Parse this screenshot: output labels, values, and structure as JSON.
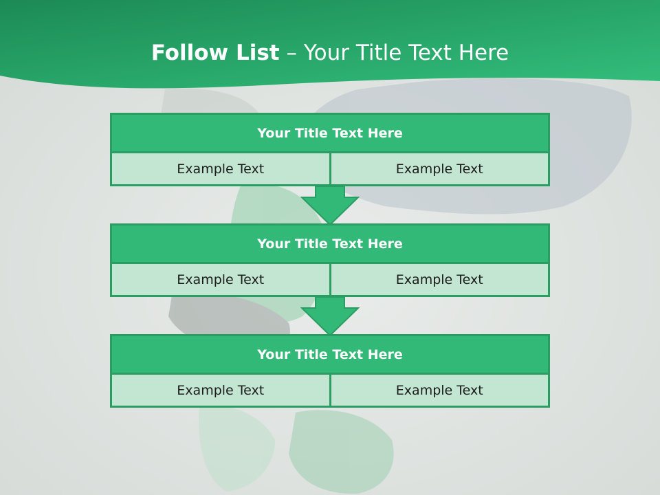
{
  "header": {
    "title_bold": "Follow List",
    "title_rest": " – Your Title Text Here"
  },
  "colors": {
    "header_green": "#2fb070",
    "title_fill": "#33b977",
    "cell_fill": "#c2e6d1",
    "border": "#2a9d63"
  },
  "blocks": [
    {
      "title": "Your Title Text Here",
      "cells": [
        "Example Text",
        "Example Text"
      ]
    },
    {
      "title": "Your Title Text Here",
      "cells": [
        "Example Text",
        "Example Text"
      ]
    },
    {
      "title": "Your Title Text Here",
      "cells": [
        "Example Text",
        "Example Text"
      ]
    }
  ]
}
